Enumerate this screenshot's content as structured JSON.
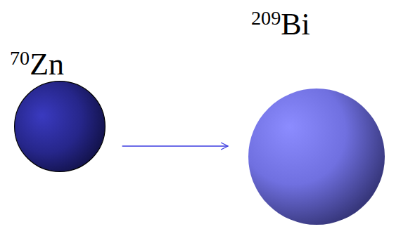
{
  "diagram": {
    "nodes": [
      {
        "text": [
          "70Zn"
        ]
      },
      {
        "text": [
          "209Bi"
        ]
      }
    ],
    "edges": [
      {
        "from": 0,
        "to": 1,
        "arrow": "to"
      }
    ]
  }
}
